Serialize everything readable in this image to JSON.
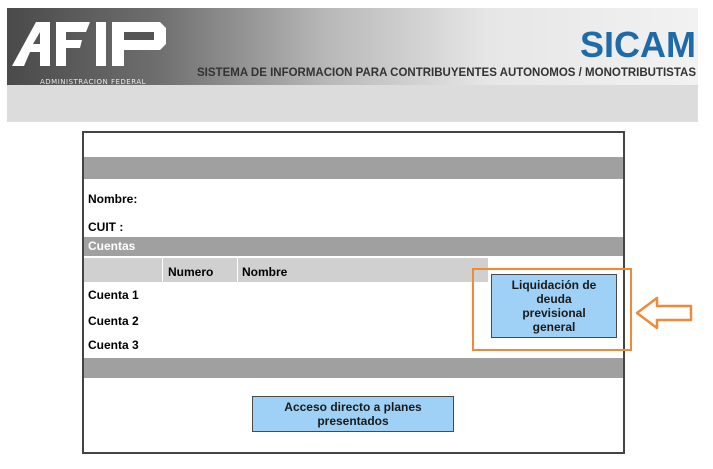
{
  "header": {
    "logo_text": "AFIP",
    "logo_subtitle": "ADMINISTRACION FEDERAL",
    "app_name": "SICAM",
    "app_subtitle": "SISTEMA DE INFORMACION PARA CONTRIBUYENTES AUTONOMOS / MONOTRIBUTISTAS"
  },
  "form": {
    "nombre_label": "Nombre:",
    "cuit_label": "CUIT :",
    "cuentas_title": "Cuentas",
    "columns": [
      "Numero",
      "Nombre"
    ],
    "rows": [
      "Cuenta 1",
      "Cuenta 2",
      "Cuenta 3"
    ]
  },
  "buttons": {
    "liquidacion": "Liquidación de deuda previsional general",
    "acceso": "Acceso directo a planes presentados"
  },
  "colors": {
    "brand_blue": "#1f6aa8",
    "button_blue": "#9fd0f5",
    "highlight_orange": "#ee8a3a"
  }
}
